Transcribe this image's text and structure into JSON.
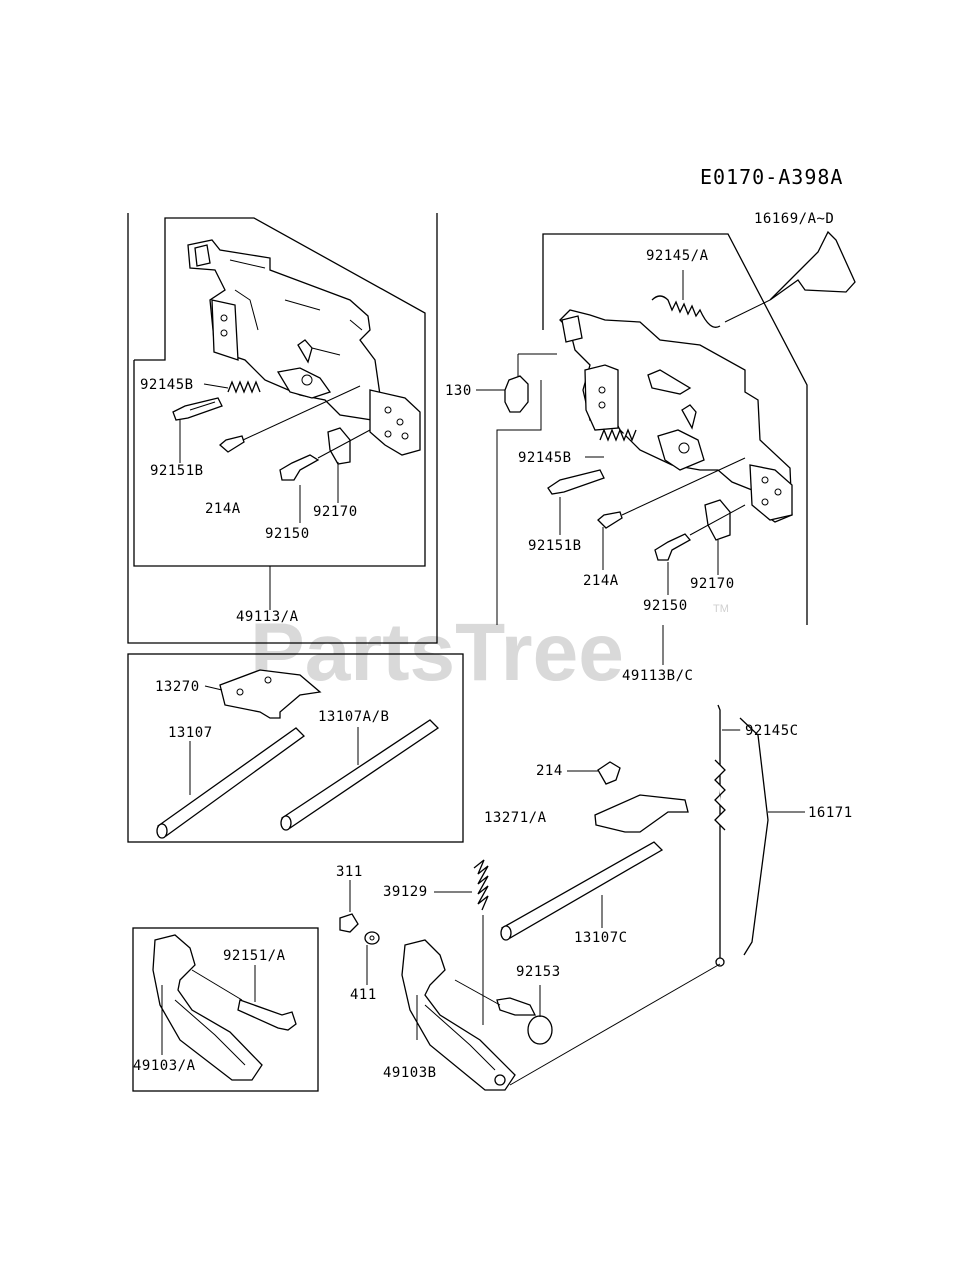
{
  "diagram_code": "E0170-A398A",
  "watermark": {
    "text": "PartsTree",
    "tm": "TM"
  },
  "labels": {
    "16169": "16169/A~D",
    "92145A": "92145/A",
    "92145B": "92145B",
    "130": "130",
    "92151B": "92151B",
    "214A": "214A",
    "92170": "92170",
    "92150": "92150",
    "49113A": "49113/A",
    "49113BC": "49113B/C",
    "13270": "13270",
    "13107": "13107",
    "13107AB": "13107A/B",
    "92145C": "92145C",
    "214": "214",
    "16171": "16171",
    "13271A": "13271/A",
    "311": "311",
    "39129": "39129",
    "13107C": "13107C",
    "92151A": "92151/A",
    "92153": "92153",
    "411": "411",
    "49103A": "49103/A",
    "49103B": "49103B"
  }
}
